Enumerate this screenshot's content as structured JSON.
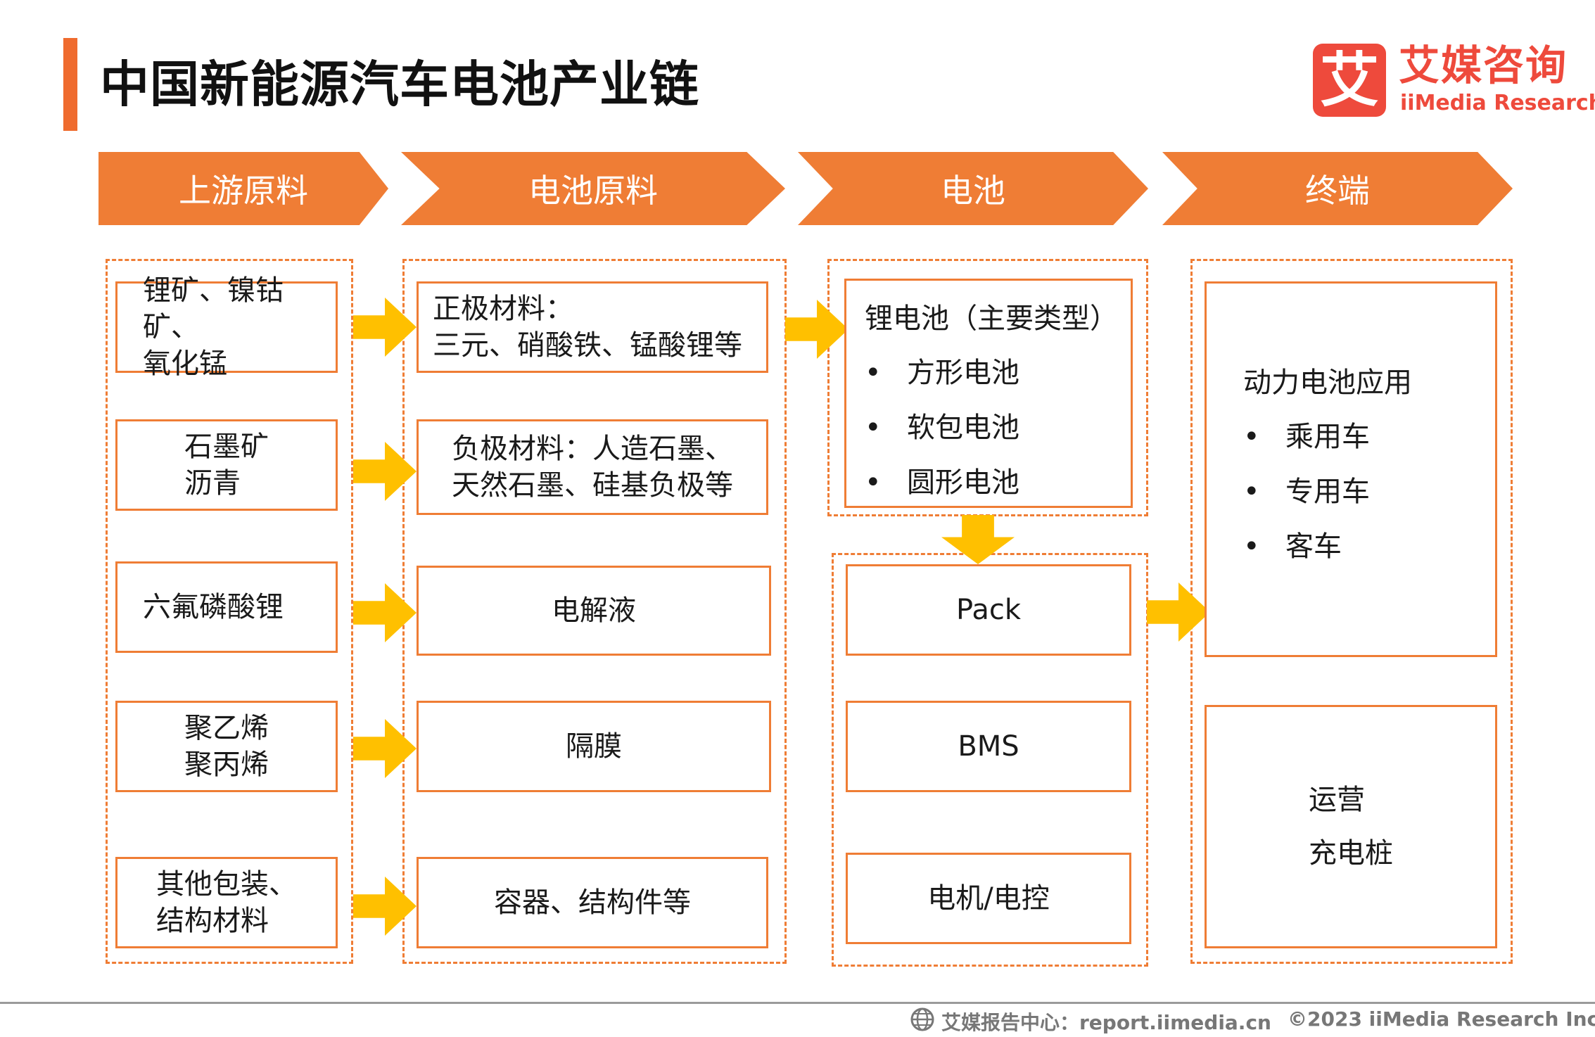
{
  "title": "中国新能源汽车电池产业链",
  "logo": {
    "mark": "艾",
    "cn": "艾媒咨询",
    "en": "iiMedia Research",
    "icon": "iimedia-logo"
  },
  "stages": [
    "上游原料",
    "电池原料",
    "电池",
    "终端"
  ],
  "upstream": [
    [
      "锂矿、镍钴矿、",
      "氧化锰"
    ],
    [
      "石墨矿",
      "沥青"
    ],
    [
      "六氟磷酸锂"
    ],
    [
      "聚乙烯",
      "聚丙烯"
    ],
    [
      "其他包装、",
      "结构材料"
    ]
  ],
  "battery_materials": [
    [
      "正极材料：",
      "三元、硝酸铁、锰酸锂等"
    ],
    [
      "负极材料：人造石墨、",
      "天然石墨、硅基负极等"
    ],
    [
      "电解液"
    ],
    [
      "隔膜"
    ],
    [
      "容器、结构件等"
    ]
  ],
  "battery": {
    "heading": "锂电池（主要类型）",
    "items": [
      "方形电池",
      "软包电池",
      "圆形电池"
    ],
    "components": [
      "Pack",
      "BMS",
      "电机/电控"
    ]
  },
  "terminal": {
    "heading": "动力电池应用",
    "items": [
      "乘用车",
      "专用车",
      "客车"
    ],
    "ops": [
      "运营",
      "充电桩"
    ]
  },
  "footer": {
    "source": "艾媒报告中心：report.iimedia.cn",
    "copyright": "©2023  iiMedia Research  Inc"
  },
  "colors": {
    "accent": "#ef7d35",
    "arrow": "#ffc000",
    "logo": "#ee4a3c"
  }
}
